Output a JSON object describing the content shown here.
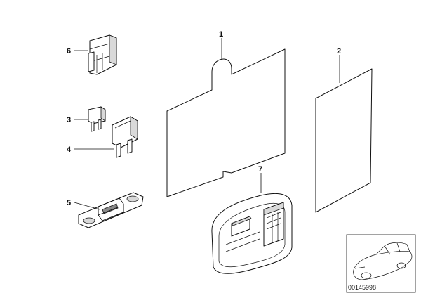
{
  "callouts": {
    "c1": "1",
    "c2": "2",
    "c3": "3",
    "c4": "4",
    "c5": "5",
    "c6": "6",
    "c7": "7"
  },
  "thumbnail": {
    "diagram_id": "00145998"
  },
  "colors": {
    "line": "#111111",
    "shade": "#d9d9d9",
    "dark": "#8a8a8a",
    "background": "#ffffff"
  }
}
